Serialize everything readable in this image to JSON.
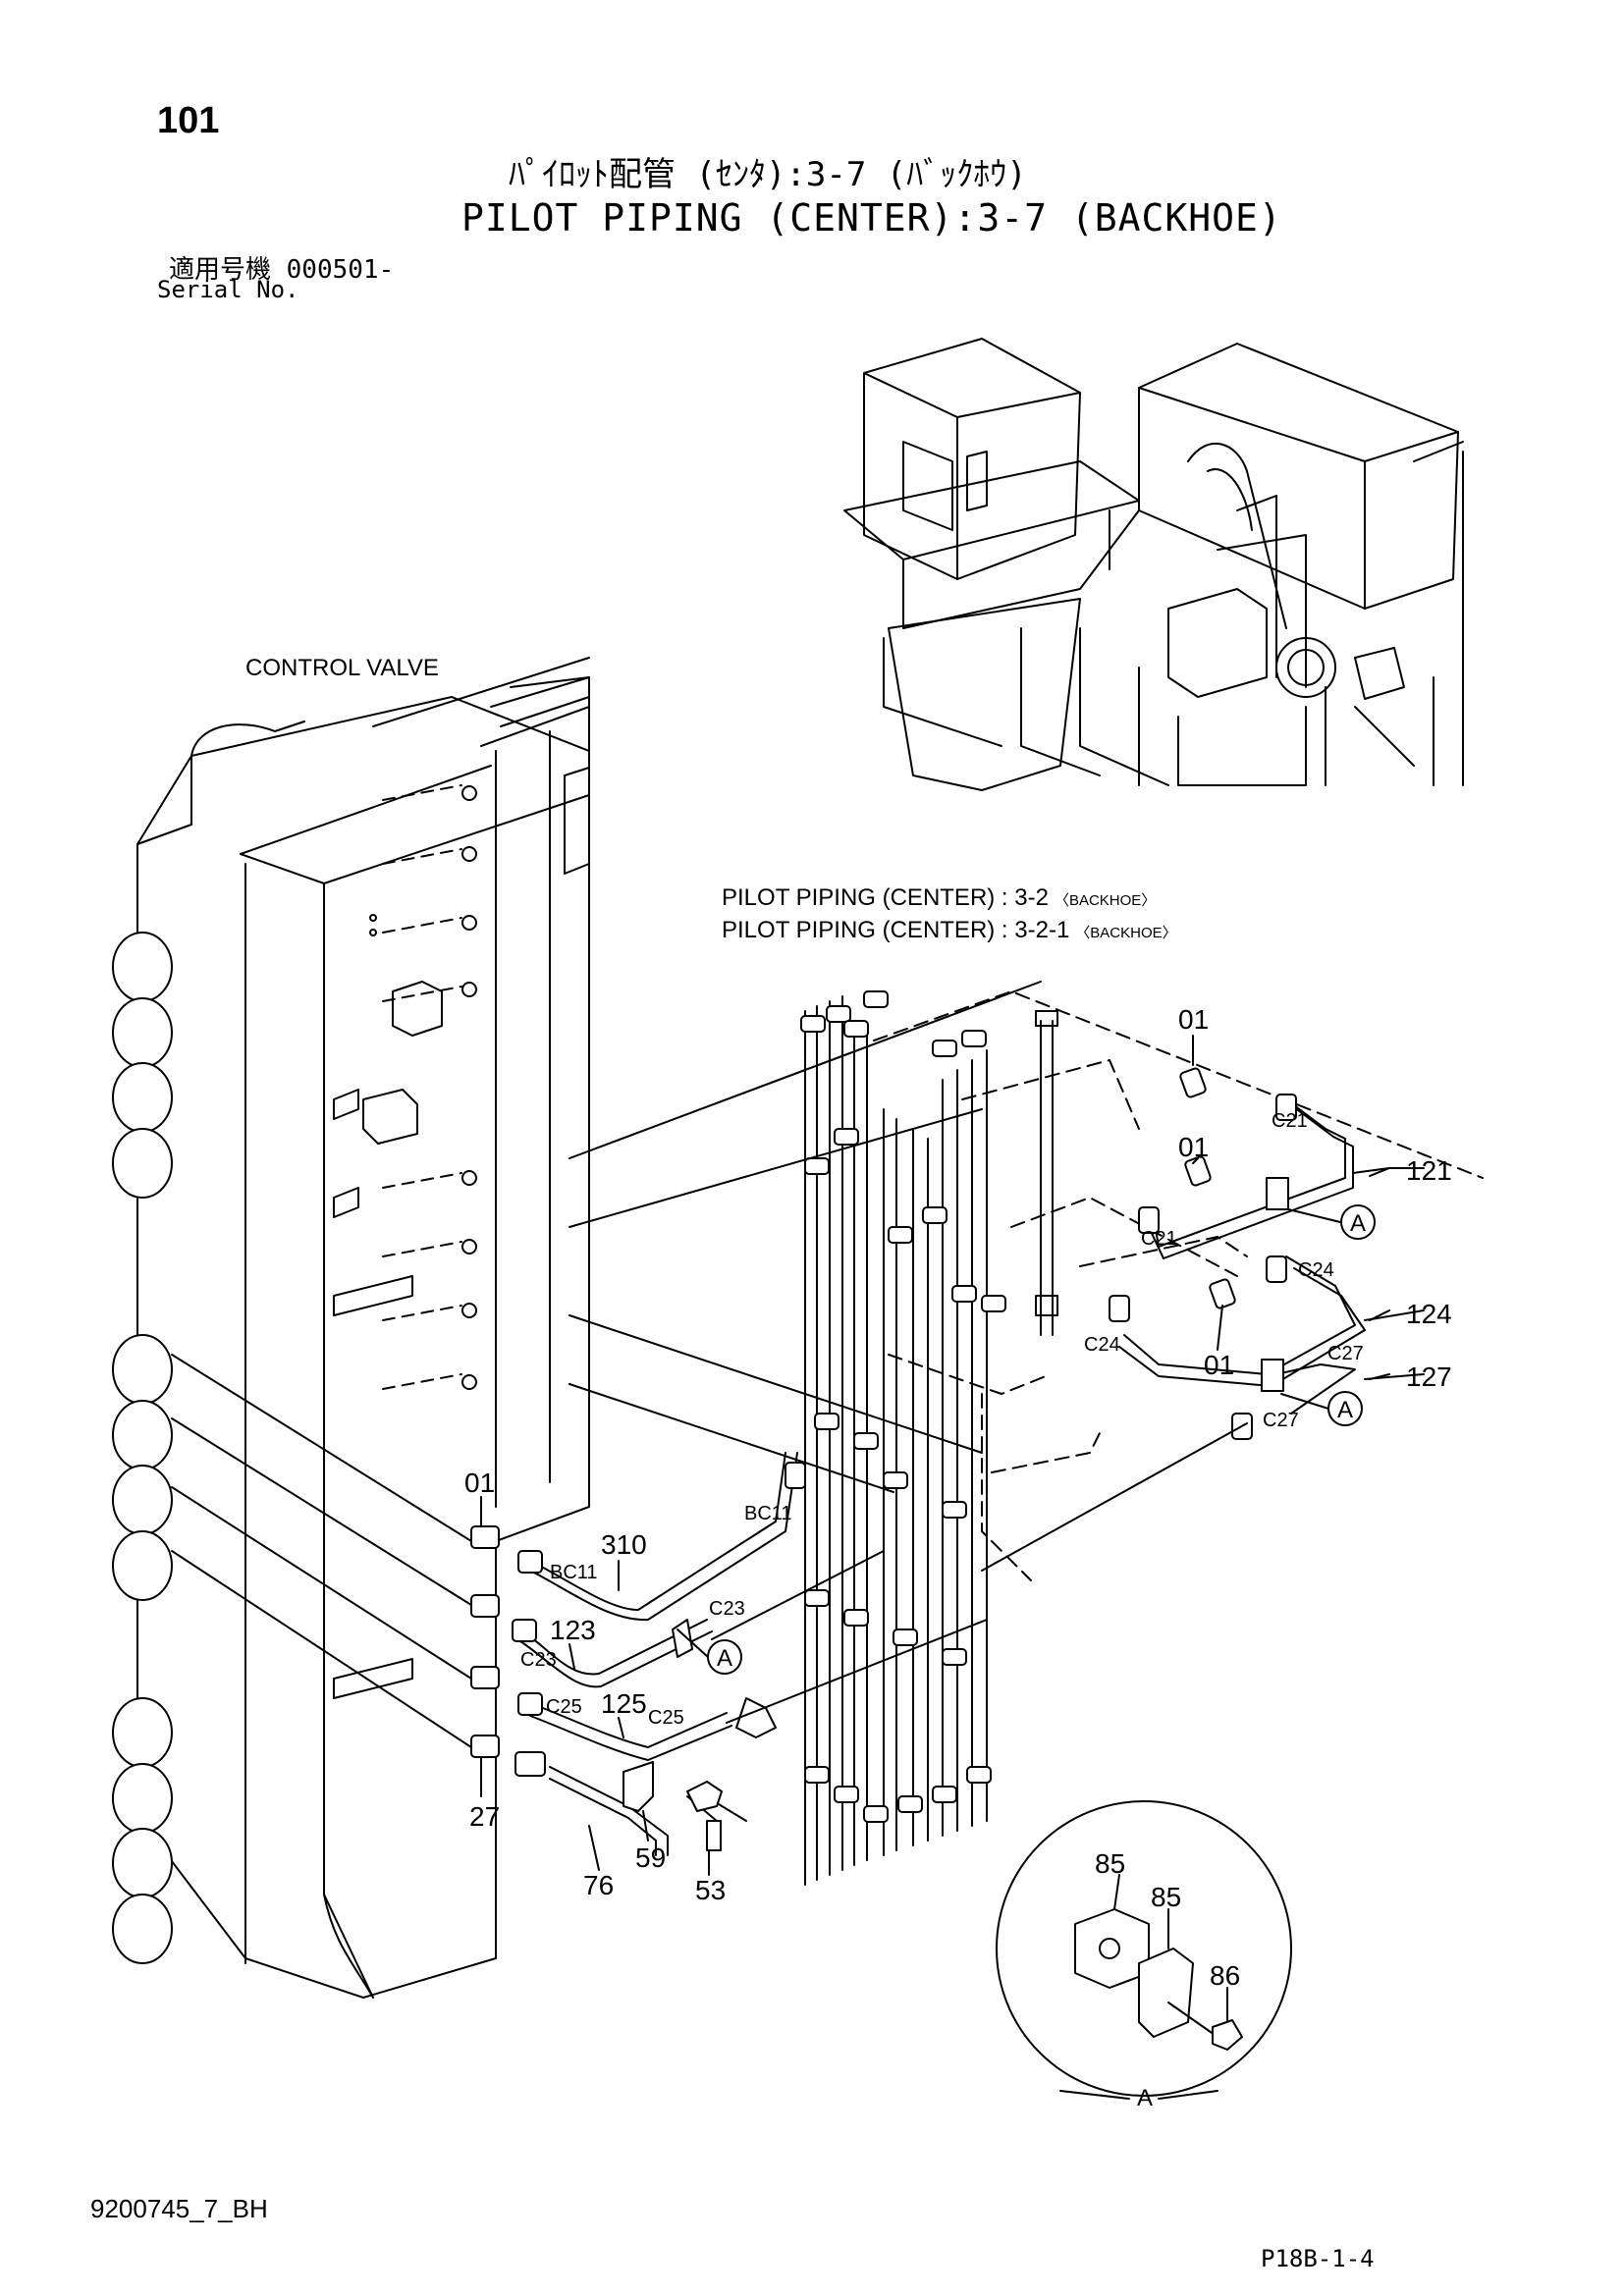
{
  "page_number": "101",
  "title_jp": "ﾊﾟｲﾛｯﾄ配管 (ｾﾝﾀ):3-7 (ﾊﾞｯｸﾎｳ)",
  "title_en": "PILOT PIPING (CENTER):3-7 (BACKHOE)",
  "serial_label_jp": "適用号機  000501-",
  "serial_label_en": "Serial No.",
  "doc_code": "9200745_7_BH",
  "page_ref": "P18B-1-4",
  "labels": {
    "control_valve": "CONTROL VALVE",
    "ref1_main": "PILOT  PIPING (CENTER) : 3-2",
    "ref1_sub": "〈BACKHOE〉",
    "ref2_main": "PILOT  PIPING (CENTER) : 3-2-1",
    "ref2_sub": "〈BACKHOE〉"
  },
  "part_numbers": {
    "p01_a": "01",
    "p01_b": "01",
    "p01_c": "01",
    "p01_d": "01",
    "p121": "121",
    "p124": "124",
    "p127": "127",
    "p310": "310",
    "p123": "123",
    "p125": "125",
    "p27": "27",
    "p76": "76",
    "p59": "59",
    "p53": "53",
    "p85_a": "85",
    "p85_b": "85",
    "p86": "86"
  },
  "connection_labels": {
    "c21_a": "C21",
    "c21_b": "C21",
    "c24_a": "C24",
    "c24_b": "C24",
    "c27_a": "C27",
    "c27_b": "C27",
    "bc11_a": "BC11",
    "bc11_b": "BC11",
    "c23_a": "C23",
    "c23_b": "C23",
    "c25_a": "C25",
    "c25_b": "C25"
  },
  "detail_refs": {
    "a1": "A",
    "a2": "A",
    "a3": "A",
    "detail_circle": "A"
  }
}
